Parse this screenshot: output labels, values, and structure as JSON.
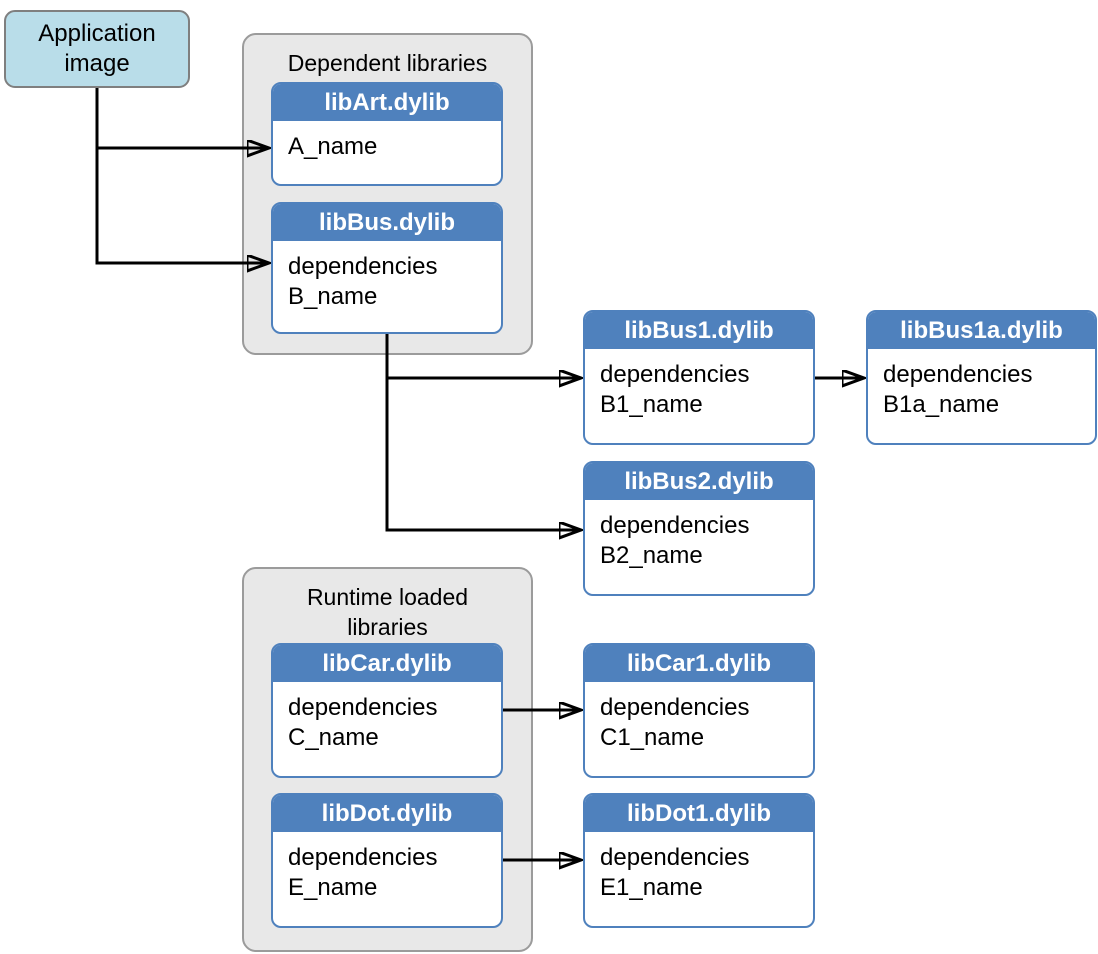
{
  "diagram": {
    "app_node": {
      "label": "Application image"
    },
    "groups": {
      "dependent": {
        "title": "Dependent libraries"
      },
      "runtime": {
        "title": "Runtime loaded libraries"
      }
    },
    "cards": {
      "libArt": {
        "title": "libArt.dylib",
        "lines": [
          "A_name"
        ]
      },
      "libBus": {
        "title": "libBus.dylib",
        "lines": [
          "dependencies",
          "B_name"
        ]
      },
      "libBus1": {
        "title": "libBus1.dylib",
        "lines": [
          "dependencies",
          "B1_name"
        ]
      },
      "libBus1a": {
        "title": "libBus1a.dylib",
        "lines": [
          "dependencies",
          "B1a_name"
        ]
      },
      "libBus2": {
        "title": "libBus2.dylib",
        "lines": [
          "dependencies",
          "B2_name"
        ]
      },
      "libCar": {
        "title": "libCar.dylib",
        "lines": [
          "dependencies",
          "C_name"
        ]
      },
      "libCar1": {
        "title": "libCar1.dylib",
        "lines": [
          "dependencies",
          "C1_name"
        ]
      },
      "libDot": {
        "title": "libDot.dylib",
        "lines": [
          "dependencies",
          "E_name"
        ]
      },
      "libDot1": {
        "title": "libDot1.dylib",
        "lines": [
          "dependencies",
          "E1_name"
        ]
      }
    },
    "edges": [
      {
        "from": "Application image",
        "to": "libArt.dylib"
      },
      {
        "from": "Application image",
        "to": "libBus.dylib"
      },
      {
        "from": "libBus.dylib",
        "to": "libBus1.dylib"
      },
      {
        "from": "libBus.dylib",
        "to": "libBus2.dylib"
      },
      {
        "from": "libBus1.dylib",
        "to": "libBus1a.dylib"
      },
      {
        "from": "libCar.dylib",
        "to": "libCar1.dylib"
      },
      {
        "from": "libDot.dylib",
        "to": "libDot1.dylib"
      }
    ],
    "colors": {
      "card_header": "#4f81bd",
      "card_border": "#4f81bd",
      "app_fill": "#b9dde9",
      "app_border": "#7f7f7f",
      "group_fill": "#e8e8e8",
      "group_border": "#9b9b9b",
      "arrow": "#000000"
    }
  }
}
